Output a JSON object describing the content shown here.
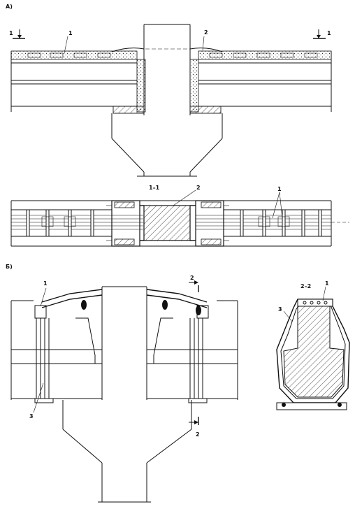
{
  "panel_a": {
    "label": "А)",
    "section_marker_left": "1",
    "section_marker_right": "1",
    "callout_1": "1",
    "callout_2": "2"
  },
  "plan_view": {
    "section_title": "1–1",
    "callout_1": "1",
    "callout_2": "2"
  },
  "panel_b": {
    "label": "Б)",
    "callout_1": "1",
    "callout_3": "3",
    "section_marker_top": "2",
    "section_marker_bottom": "2"
  },
  "section_2_2": {
    "title": "2–2",
    "callout_1": "1",
    "callout_3": "3"
  }
}
